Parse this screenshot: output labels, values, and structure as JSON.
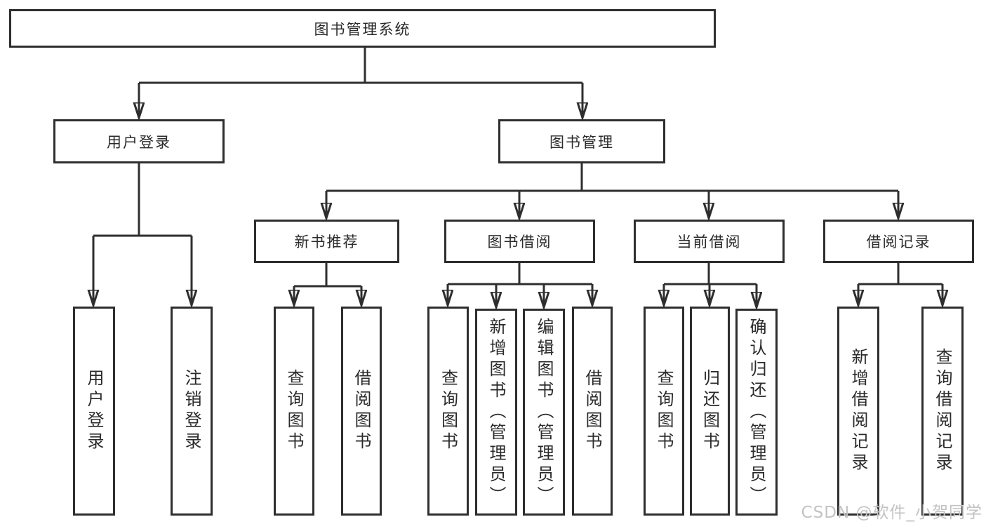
{
  "colors": {
    "line": "#2e2e2e",
    "box_border": "#2e2e2e",
    "text": "#2b2b2b",
    "watermark": "#c3c3c3",
    "background": "#ffffff"
  },
  "watermark": {
    "text": "CSDN @软件_小贺同学"
  },
  "tree": {
    "root": {
      "label": "图书管理系统"
    },
    "branches": [
      {
        "label": "用户登录",
        "children": [
          {
            "label": "用户登录"
          },
          {
            "label": "注销登录"
          }
        ]
      },
      {
        "label": "图书管理",
        "children": [
          {
            "label": "新书推荐",
            "children": [
              {
                "label": "查询图书"
              },
              {
                "label": "借阅图书"
              }
            ]
          },
          {
            "label": "图书借阅",
            "children": [
              {
                "label": "查询图书"
              },
              {
                "label": "新增图书（管理员）"
              },
              {
                "label": "编辑图书（管理员）"
              },
              {
                "label": "借阅图书"
              }
            ]
          },
          {
            "label": "当前借阅",
            "children": [
              {
                "label": "查询图书"
              },
              {
                "label": "归还图书"
              },
              {
                "label": "确认归还（管理员）"
              }
            ]
          },
          {
            "label": "借阅记录",
            "children": [
              {
                "label": "新增借阅记录"
              },
              {
                "label": "查询借阅记录"
              }
            ]
          }
        ]
      }
    ]
  }
}
